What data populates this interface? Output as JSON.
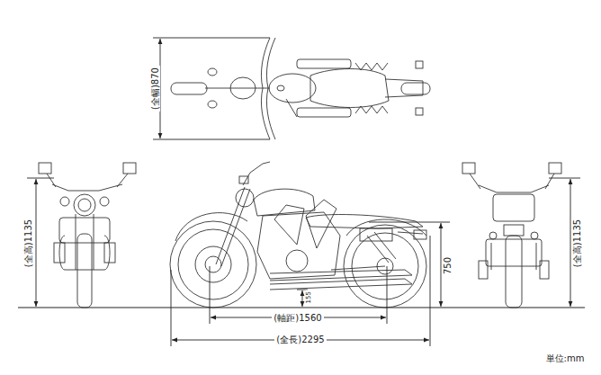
{
  "diagram": {
    "labels": [
      "(全幅)870",
      "(全高)1135",
      "(全高)1135",
      "750",
      "155",
      "(軸距)1560",
      "(全長)2295",
      "単位:mm"
    ]
  }
}
